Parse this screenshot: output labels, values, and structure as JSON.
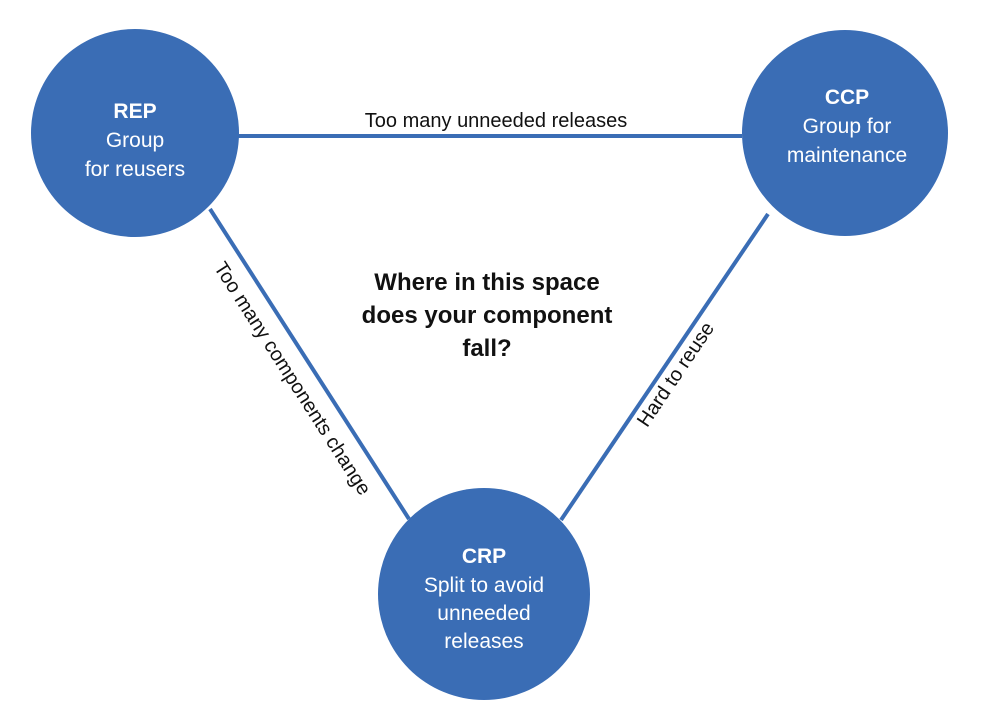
{
  "colors": {
    "node_fill": "#3a6db5",
    "edge_stroke": "#3a6db5",
    "node_text": "#ffffff",
    "label_text": "#111111",
    "background": "#ffffff"
  },
  "nodes": {
    "rep": {
      "title": "REP",
      "lines": [
        "Group",
        "for reusers"
      ]
    },
    "ccp": {
      "title": "CCP",
      "lines": [
        "Group for",
        "maintenance"
      ]
    },
    "crp": {
      "title": "CRP",
      "lines": [
        "Split to avoid",
        "unneeded",
        "releases"
      ]
    }
  },
  "edges": {
    "rep_ccp": "Too many unneeded releases",
    "rep_crp": "Too many components change",
    "ccp_crp": "Hard to reuse"
  },
  "center_question": {
    "lines": [
      "Where in this space",
      "does your component",
      "fall?"
    ]
  }
}
